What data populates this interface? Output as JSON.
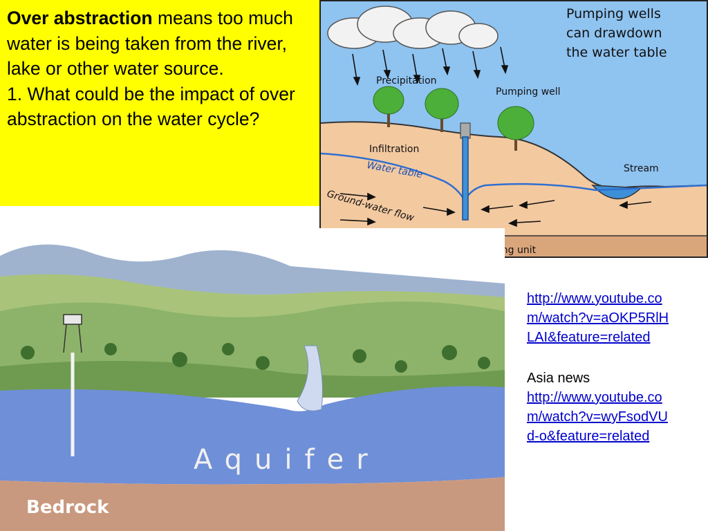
{
  "text_box": {
    "bold_term": "Over abstraction",
    "definition": " means too much water is being taken from the river, lake or other water source.",
    "question": "1. What could be the impact of over abstraction on the water cycle?"
  },
  "diagram": {
    "title_line1": "Pumping wells",
    "title_line2": "can drawdown",
    "title_line3": "the water table",
    "label_precipitation": "Precipitation",
    "label_pumping_well": "Pumping well",
    "label_infiltration": "Infiltration",
    "label_water_table": "Water table",
    "label_stream": "Stream",
    "label_groundwater_flow": "Ground-water flow",
    "label_confining_unit": "Confining unit"
  },
  "landscape": {
    "label_aquifer": "Aquifer",
    "label_bedrock": "Bedrock"
  },
  "links": {
    "link1": "http://www.youtube.com/watch?v=aOKP5RlHLAI&feature=related",
    "caption": "Asia news",
    "link2": "http://www.youtube.com/watch?v=wyFsodVUd-o&feature=related"
  },
  "colors": {
    "highlight": "#ffff00",
    "sky": "#8fc3f0",
    "soil": "#f3c9a0",
    "water": "#3d8fd8",
    "link": "#0000cc"
  }
}
